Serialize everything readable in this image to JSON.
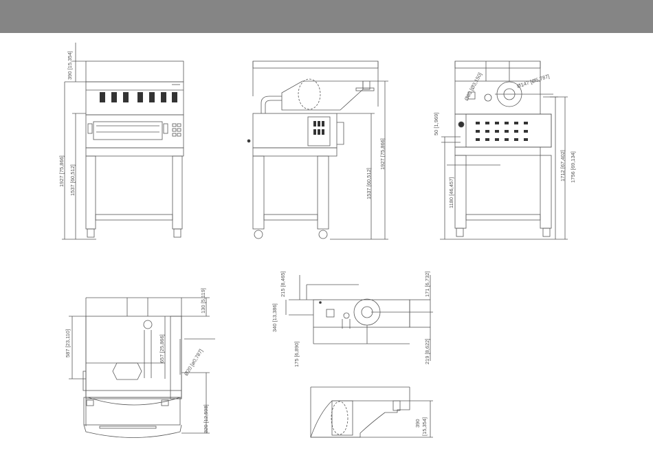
{
  "colors": {
    "header": "#858585",
    "line": "#555555",
    "background": "#ffffff"
  },
  "front_view": {
    "dim_top": "390 [15,354]",
    "dim_total": "1927 [75,866]",
    "dim_worktop": "1537 [60,512]"
  },
  "side_view": {
    "dim_worktop": "1537 [60,512]",
    "dim_total": "1927 [75,866]"
  },
  "rear_view": {
    "dim_connector_1": "Ø80 [Ø3,150]",
    "dim_connector_2": "Ø147 [Ø5,787]",
    "dim_offset": "50 [1,969]",
    "dim_height_1": "1180 [46,457]",
    "dim_height_2": "1712 [67,402]",
    "dim_height_3": "1756 [69,134]"
  },
  "top_view": {
    "dim_depth": "587 [23,110]",
    "dim_inner": "657 [25,866]",
    "dim_right_top": "130 [5,119]",
    "dim_hole": "Ø20 [ø0,787]",
    "dim_right_bottom": "320 [12,598]"
  },
  "hood_top_view": {
    "dim_left_top": "215 [8,465]",
    "dim_left_mid": "340 [13,386]",
    "dim_left_bottom": "175 [6,890]",
    "dim_right_top": "171 [6,732]",
    "dim_right_bottom": "219 [8,622]"
  },
  "hood_side_view": {
    "dim_height_value": "390",
    "dim_height_inch": "[15,354]"
  }
}
